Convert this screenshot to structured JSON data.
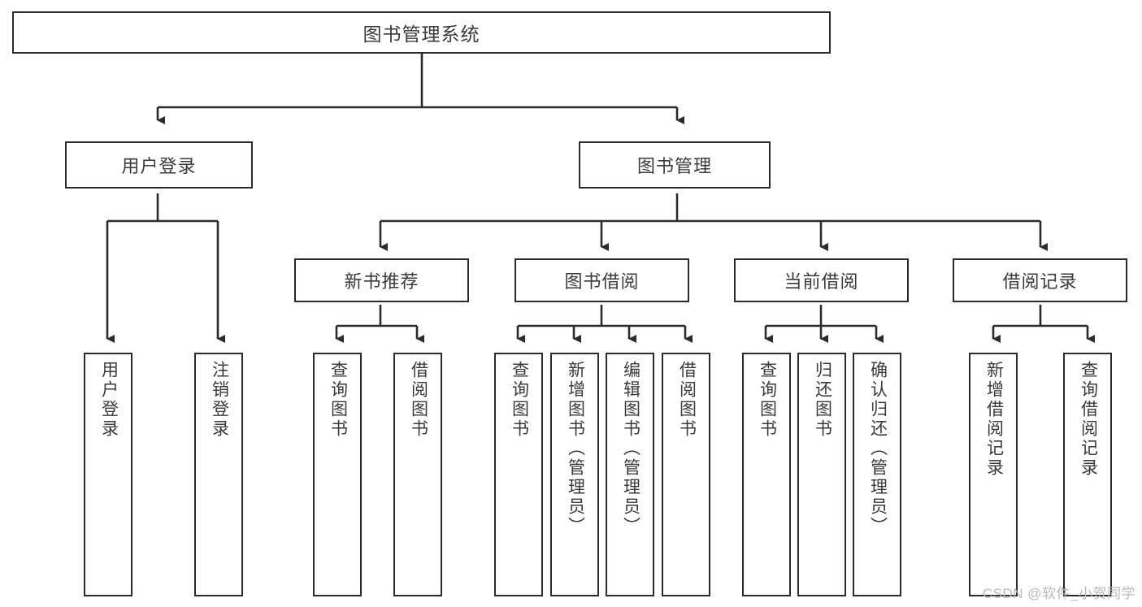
{
  "diagram": {
    "title": "图书管理系统",
    "type": "tree-hierarchy-chart",
    "orientation": "top-down",
    "colors": {
      "box_border": "#2b2b2b",
      "box_fill": "#ffffff",
      "connector": "#2b2b2b",
      "text": "#3a3a3a",
      "watermark": "#b9b9b9",
      "background": "#ffffff"
    },
    "watermark": "CSDN @软件_小贺同学",
    "root": {
      "label": "图书管理系统"
    },
    "level2": [
      {
        "label": "用户登录"
      },
      {
        "label": "图书管理"
      }
    ],
    "level3": [
      {
        "label": "新书推荐"
      },
      {
        "label": "图书借阅"
      },
      {
        "label": "当前借阅"
      },
      {
        "label": "借阅记录"
      }
    ],
    "leaves": {
      "user_login": [
        {
          "label": "用户登录"
        },
        {
          "label": "注销登录"
        }
      ],
      "new_book_recommend": [
        {
          "label": "查询图书"
        },
        {
          "label": "借阅图书"
        }
      ],
      "book_borrow": [
        {
          "label": "查询图书"
        },
        {
          "label": "新增图书（管理员）"
        },
        {
          "label": "编辑图书（管理员）"
        },
        {
          "label": "借阅图书"
        }
      ],
      "current_borrow": [
        {
          "label": "查询图书"
        },
        {
          "label": "归还图书"
        },
        {
          "label": "确认归还（管理员）"
        }
      ],
      "borrow_record": [
        {
          "label": "新增借阅记录"
        },
        {
          "label": "查询借阅记录"
        }
      ]
    }
  }
}
